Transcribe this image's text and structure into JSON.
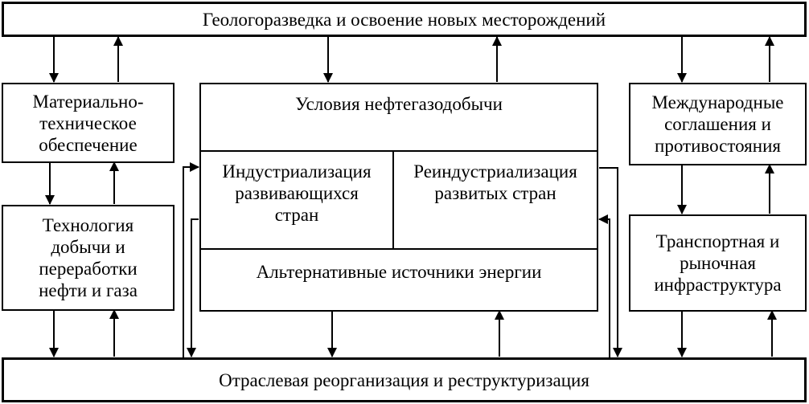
{
  "colors": {
    "ink": "#000000",
    "background": "#ffffff"
  },
  "nodes": {
    "exploration": {
      "label": "Геологоразведка и освоение новых месторождений"
    },
    "logistics": {
      "label": "Материально-\nтехническое\nобеспечение"
    },
    "technology": {
      "label": "Технология\nдобычи и\nпереработки\nнефти и газа"
    },
    "conditions": {
      "label": "Условия нефтегазодобычи"
    },
    "industrialization": {
      "label": "Индустриализация\nразвивающихся\nстран"
    },
    "reindustrialization": {
      "label": "Реиндустриализация\nразвитых стран"
    },
    "alt_energy": {
      "label": "Альтернативные источники энергии"
    },
    "agreements": {
      "label": "Международные\nсоглашения и\nпротивостояния"
    },
    "infrastructure": {
      "label": "Транспортная и\nрыночная\nинфраструктура"
    },
    "restructuring": {
      "label": "Отраслевая реорганизация и реструктуризация"
    }
  },
  "edges": [
    {
      "from": "exploration",
      "to": "logistics"
    },
    {
      "from": "logistics",
      "to": "exploration"
    },
    {
      "from": "exploration",
      "to": "conditions"
    },
    {
      "from": "conditions",
      "to": "exploration"
    },
    {
      "from": "exploration",
      "to": "agreements"
    },
    {
      "from": "agreements",
      "to": "exploration"
    },
    {
      "from": "logistics",
      "to": "technology"
    },
    {
      "from": "technology",
      "to": "logistics"
    },
    {
      "from": "agreements",
      "to": "infrastructure"
    },
    {
      "from": "infrastructure",
      "to": "agreements"
    },
    {
      "from": "technology",
      "to": "restructuring"
    },
    {
      "from": "restructuring",
      "to": "technology"
    },
    {
      "from": "alt_energy",
      "to": "restructuring"
    },
    {
      "from": "restructuring",
      "to": "alt_energy"
    },
    {
      "from": "infrastructure",
      "to": "restructuring"
    },
    {
      "from": "restructuring",
      "to": "infrastructure"
    },
    {
      "from": "restructuring",
      "to": "industrialization"
    },
    {
      "from": "industrialization",
      "to": "restructuring"
    },
    {
      "from": "reindustrialization",
      "to": "restructuring"
    },
    {
      "from": "restructuring",
      "to": "reindustrialization"
    }
  ]
}
